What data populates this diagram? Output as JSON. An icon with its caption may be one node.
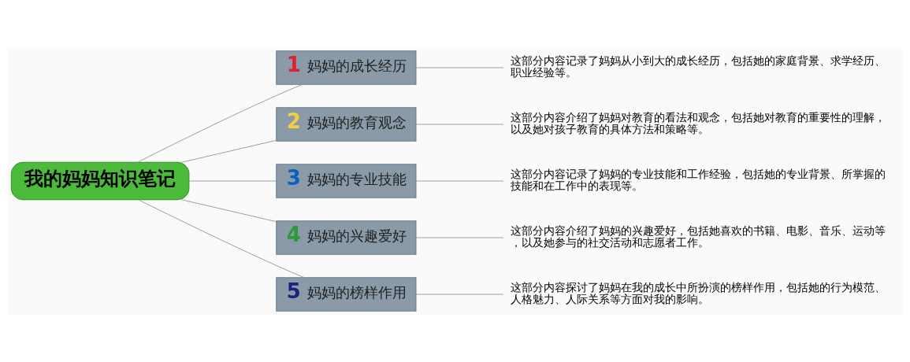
{
  "diagram": {
    "nodes": [
      {
        "text": [
          "我的妈妈知识笔记"
        ]
      },
      {
        "text": [
          "1",
          "妈妈的成长经历"
        ]
      },
      {
        "text": [
          "2",
          "妈妈的教育观念"
        ]
      },
      {
        "text": [
          "3",
          "妈妈的专业技能"
        ]
      },
      {
        "text": [
          "4",
          "妈妈的兴趣爱好"
        ]
      },
      {
        "text": [
          "5",
          "妈妈的榜样作用"
        ]
      },
      {
        "text": [
          "这部分内容记录了妈妈从小到大的成长经历，包括她的家庭背景、求学经历、职业经验等。"
        ]
      },
      {
        "text": [
          "这部分内容介绍了妈妈对教育的看法和观念，包括她对教育的重要性的理解，以及她对孩子教育的具体方法和策略等。"
        ]
      },
      {
        "text": [
          "这部分内容记录了妈妈的专业技能和工作经验，包括她的专业背景、所掌握的技能和在工作中的表现等。"
        ]
      },
      {
        "text": [
          "这部分内容介绍了妈妈的兴趣爱好，包括她喜欢的书籍、电影、音乐、运动等，以及她参与的社交活动和志愿者工作。"
        ]
      },
      {
        "text": [
          "这部分内容探讨了妈妈在我的成长中所扮演的榜样作用，包括她的行为模范、人格魅力、人际关系等方面对我的影响。"
        ]
      }
    ],
    "edges": [
      {
        "from": 0,
        "to": 1,
        "arrow": "none"
      },
      {
        "from": 0,
        "to": 2,
        "arrow": "none"
      },
      {
        "from": 0,
        "to": 3,
        "arrow": "none"
      },
      {
        "from": 0,
        "to": 4,
        "arrow": "none"
      },
      {
        "from": 0,
        "to": 5,
        "arrow": "none"
      },
      {
        "from": 1,
        "to": 6,
        "arrow": "none"
      },
      {
        "from": 2,
        "to": 7,
        "arrow": "none"
      },
      {
        "from": 3,
        "to": 8,
        "arrow": "none"
      },
      {
        "from": 4,
        "to": 9,
        "arrow": "none"
      },
      {
        "from": 5,
        "to": 10,
        "arrow": "none"
      }
    ]
  }
}
